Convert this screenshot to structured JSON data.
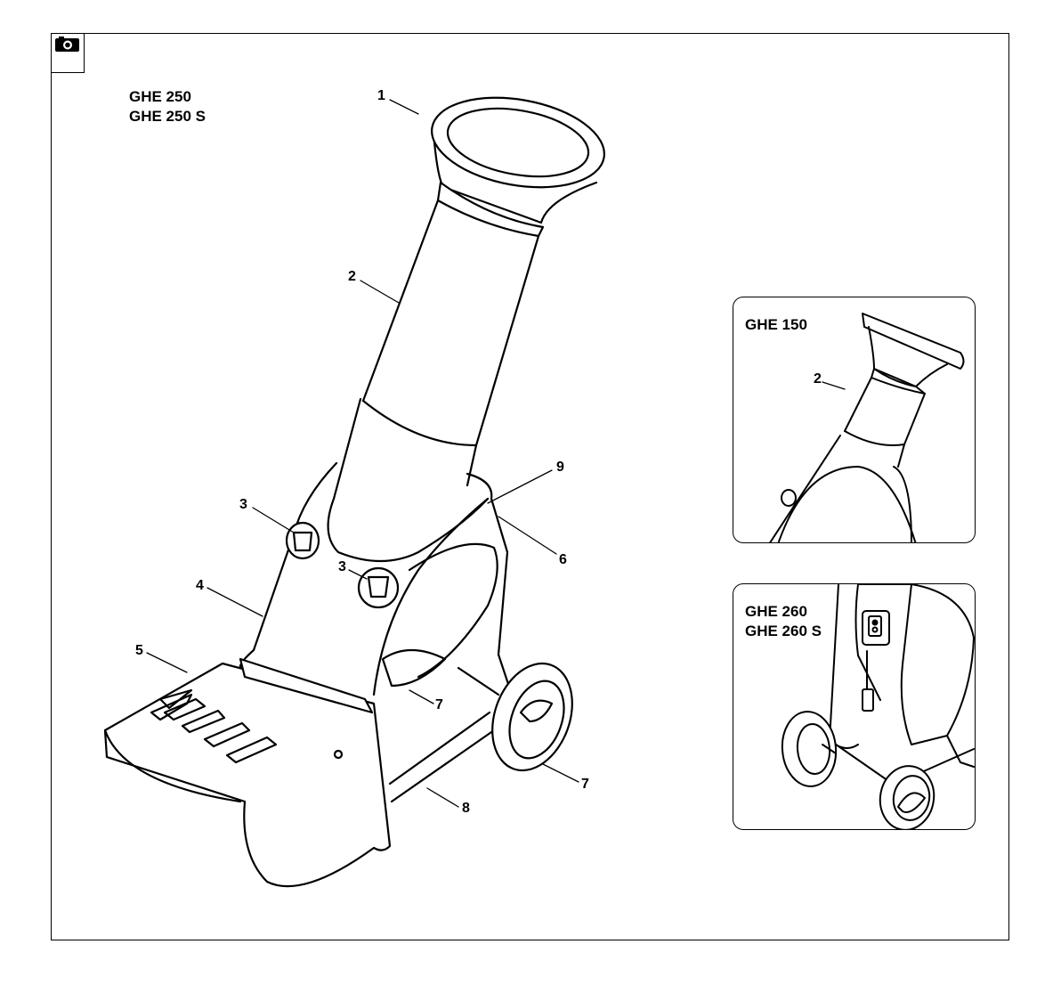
{
  "icon": "camera-icon",
  "main_figure": {
    "model_line_1": "GHE 250",
    "model_line_2": "GHE 250 S"
  },
  "callouts": {
    "c1": "1",
    "c2": "2",
    "c3a": "3",
    "c3b": "3",
    "c4": "4",
    "c5": "5",
    "c6": "6",
    "c7a": "7",
    "c7b": "7",
    "c8": "8",
    "c9": "9"
  },
  "inset_ghe150": {
    "model": "GHE 150",
    "callout": "2"
  },
  "inset_ghe260": {
    "model_line_1": "GHE 260",
    "model_line_2": "GHE 260 S"
  }
}
